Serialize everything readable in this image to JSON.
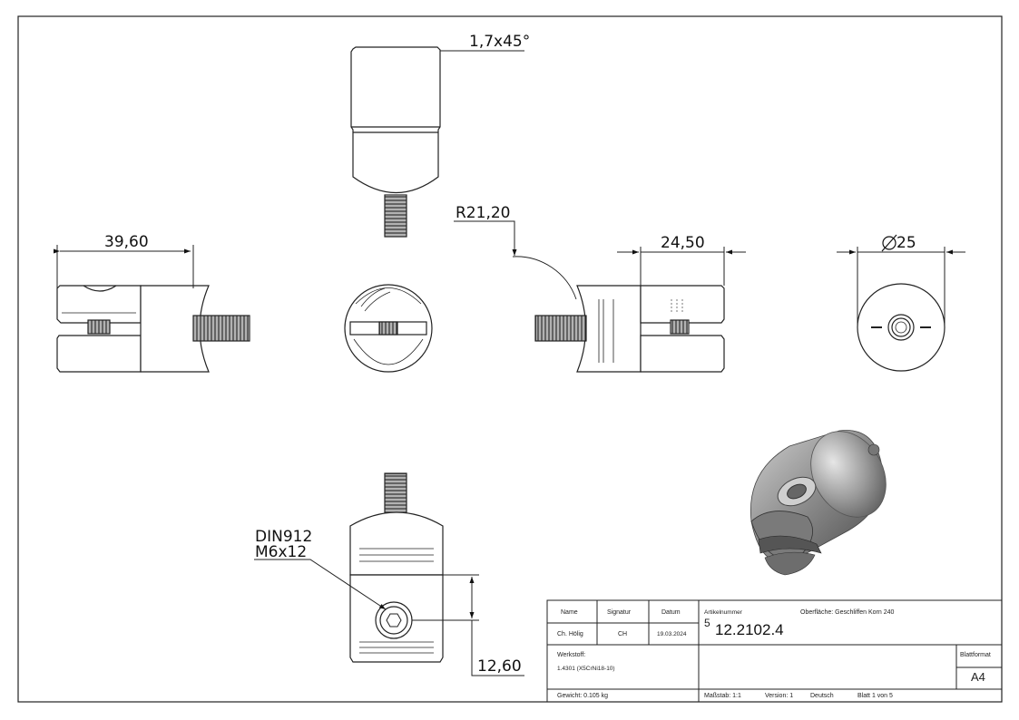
{
  "dimensions": {
    "chamfer": "1,7x45°",
    "radius": "R21,20",
    "length_left": "39,60",
    "length_right": "24,50",
    "diameter": "25",
    "height_bottom": "12,60"
  },
  "callout": {
    "line1": "DIN912",
    "line2": "M6x12"
  },
  "title_block": {
    "name_header": "Name",
    "signatur_header": "Signatur",
    "datum_header": "Datum",
    "name_value": "Ch. Hölig",
    "signatur_value": "CH",
    "datum_value": "19.03.2024",
    "artikel_label": "Artikelnummer",
    "oberflaeche": "Oberfläche:  Geschliffen Korn 240",
    "artikel_prefix": "5",
    "artikel_number": "12.2102.4",
    "werkstoff_label": "Werkstoff:",
    "werkstoff_value": "1.4301 (X5CrNi18-10)",
    "blattformat_label": "Blattformat",
    "blattformat_value": "A4",
    "gewicht": "Gewicht: 0.105 kg",
    "massstab": "Maßstab: 1:1",
    "version": "Version: 1",
    "sprache": "Deutsch",
    "blatt": "Blatt 1 von 5"
  }
}
